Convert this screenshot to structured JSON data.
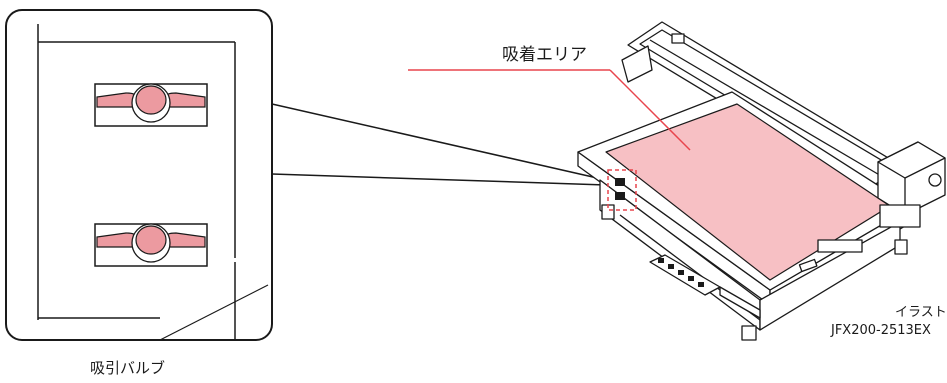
{
  "labels": {
    "suction_area": "吸着エリア",
    "suction_valve": "吸引バルブ",
    "illustration_note": "イラスト：",
    "model": "JFX200-2513EX"
  },
  "colors": {
    "suction_area_fill": "#f7c0c4",
    "valve_fill": "#ec9aa0",
    "leader_line": "#e8454d",
    "outline": "#1a1a1a"
  },
  "icons": {
    "callout": "zoom-callout",
    "valve": "butterfly-valve-handle",
    "printer": "flatbed-uv-printer"
  }
}
